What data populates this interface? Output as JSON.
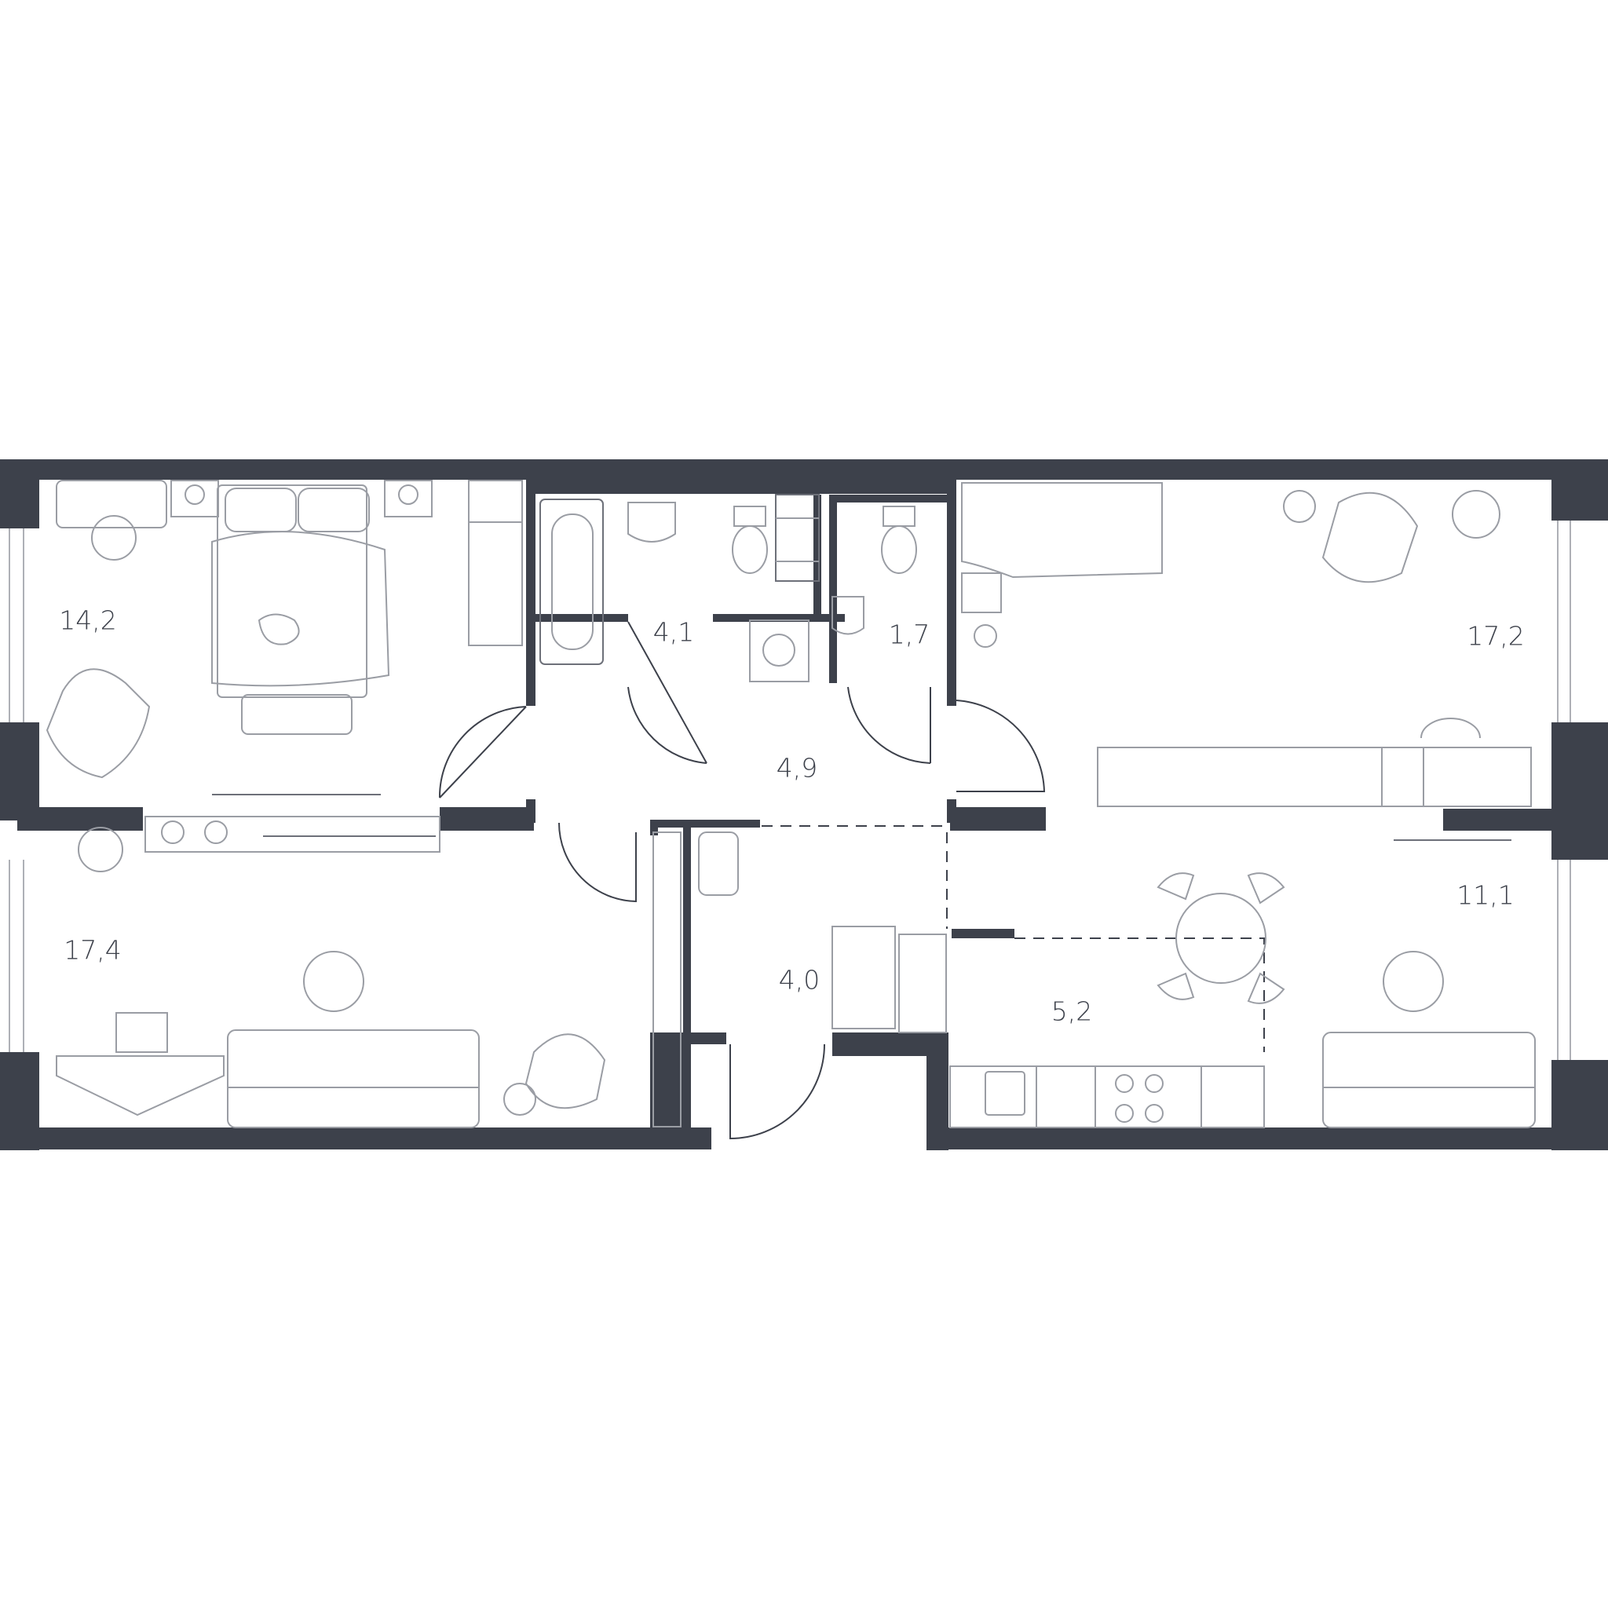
{
  "floor_plan": {
    "colors": {
      "wall": "#3d414b",
      "furniture_line": "#9a9da4",
      "background": "#ffffff"
    },
    "rooms": [
      {
        "id": "bedroom-left",
        "area": "14,2"
      },
      {
        "id": "bathroom",
        "area": "4,1"
      },
      {
        "id": "toilet",
        "area": "1,7"
      },
      {
        "id": "bedroom-right",
        "area": "17,2"
      },
      {
        "id": "corridor",
        "area": "4,9"
      },
      {
        "id": "living-room",
        "area": "17,4"
      },
      {
        "id": "entrance-hall",
        "area": "4,0"
      },
      {
        "id": "kitchen-zone",
        "area": "5,2"
      },
      {
        "id": "dining-room",
        "area": "11,1"
      }
    ],
    "furniture_icons": [
      "bed-icon",
      "nightstand-icon",
      "desk-icon",
      "chair-icon",
      "armchair-icon",
      "wardrobe-icon",
      "bathtub-icon",
      "sink-icon",
      "toilet-icon",
      "washing-machine-icon",
      "towel-rail-icon",
      "sofa-icon",
      "coffee-table-icon",
      "plant-icon",
      "tv-icon",
      "dining-table-icon",
      "stove-icon",
      "kitchen-sink-icon",
      "computer-desk-icon",
      "shoe-rack-icon"
    ]
  }
}
